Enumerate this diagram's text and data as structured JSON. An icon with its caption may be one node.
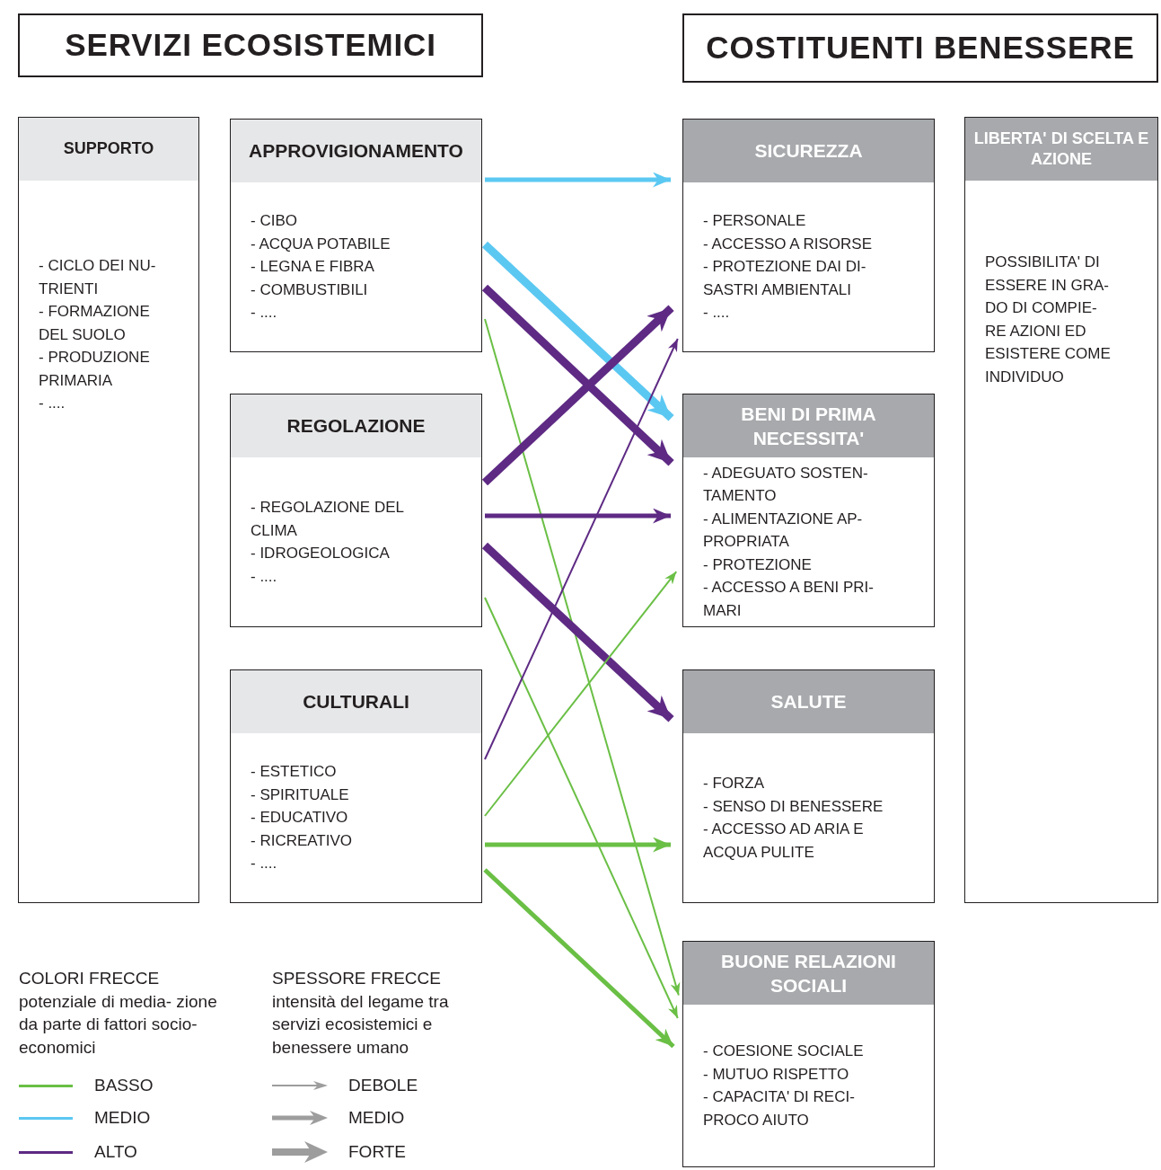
{
  "diagram": {
    "nodes": [
      {
        "text": [
          "SERVIZI ECOSISTEMICI"
        ]
      },
      {
        "text": [
          "COSTITUENTI BENESSERE"
        ]
      },
      {
        "text": [
          "SUPPORTO",
          "- CICLO DEI NU- TRIENTI",
          "- FORMAZIONE DEL SUOLO",
          "- PRODUZIONE PRIMARIA",
          "- ...."
        ]
      },
      {
        "text": [
          "APPROVIGIONAMENTO",
          "- CIBO",
          "- ACQUA POTABILE",
          "- LEGNA E FIBRA",
          "- COMBUSTIBILI",
          "- ...."
        ]
      },
      {
        "text": [
          "REGOLAZIONE",
          "- REGOLAZIONE DEL CLIMA",
          "- IDROGEOLOGICA",
          "- ...."
        ]
      },
      {
        "text": [
          "CULTURALI",
          "- ESTETICO",
          "- SPIRITUALE",
          "- EDUCATIVO",
          "- RICREATIVO",
          "- ...."
        ]
      },
      {
        "text": [
          "SICUREZZA",
          "- PERSONALE",
          "- ACCESSO A RISORSE",
          "- PROTEZIONE DAI DI- SASTRI AMBIENTALI",
          "- ...."
        ]
      },
      {
        "text": [
          "LIBERTA' DI SCELTA E AZIONE",
          "POSSIBILITA' DI ESSERE IN GRA- DO DI COMPIE- RE AZIONI ED ESISTERE COME INDIVIDUO"
        ]
      },
      {
        "text": [
          "BENI DI PRIMA NECESSITA'",
          "- ADEGUATO SOSTEN- TAMENTO",
          "- ALIMENTAZIONE AP- PROPRIATA",
          "- PROTEZIONE",
          "- ACCESSO A BENI PRI- MARI"
        ]
      },
      {
        "text": [
          "SALUTE",
          "- FORZA",
          "- SENSO DI BENESSERE",
          "- ACCESSO AD ARIA E ACQUA PULITE"
        ]
      },
      {
        "text": [
          "BUONE RELAZIONI SOCIALI",
          "- COESIONE SOCIALE",
          "- MUTUO RISPETTO",
          "- CAPACITA' DI RECI- PROCO AIUTO"
        ]
      }
    ],
    "edges": [
      {
        "from": 3,
        "to": 6,
        "arrow": "to",
        "color": "#5bc8f2"
      },
      {
        "from": 3,
        "to": 8,
        "arrow": "to",
        "style": "thick",
        "color": "#5bc8f2"
      },
      {
        "from": 3,
        "to": 8,
        "arrow": "to",
        "style": "thick",
        "color": "#5e2a84"
      },
      {
        "from": 3,
        "to": 10,
        "arrow": "to",
        "color": "#6abf45"
      },
      {
        "from": 4,
        "to": 6,
        "arrow": "to",
        "style": "thick",
        "color": "#5e2a84"
      },
      {
        "from": 4,
        "to": 8,
        "arrow": "to",
        "color": "#5e2a84"
      },
      {
        "from": 4,
        "to": 9,
        "arrow": "to",
        "style": "thick",
        "color": "#5e2a84"
      },
      {
        "from": 4,
        "to": 10,
        "arrow": "to",
        "color": "#6abf45"
      },
      {
        "from": 5,
        "to": 6,
        "arrow": "to",
        "color": "#5e2a84"
      },
      {
        "from": 5,
        "to": 8,
        "arrow": "to",
        "color": "#6abf45"
      },
      {
        "from": 5,
        "to": 9,
        "arrow": "to",
        "color": "#6abf45"
      },
      {
        "from": 5,
        "to": 10,
        "arrow": "to",
        "color": "#6abf45"
      }
    ],
    "labels": [
      "COLORI FRECCE",
      "potenziale di media- zione da parte di fattori socio-economici",
      "SPESSORE FRECCE",
      "intensità del legame tra servizi ecosistemici e benessere umano"
    ],
    "legend": [
      {
        "text": "BASSO",
        "color": "#6abf45"
      },
      {
        "text": "MEDIO",
        "color": "#5bc8f2"
      },
      {
        "text": "ALTO",
        "color": "#5e2a84"
      },
      {
        "text": "DEBOLE"
      },
      {
        "text": "MEDIO"
      },
      {
        "text": "FORTE"
      }
    ]
  }
}
